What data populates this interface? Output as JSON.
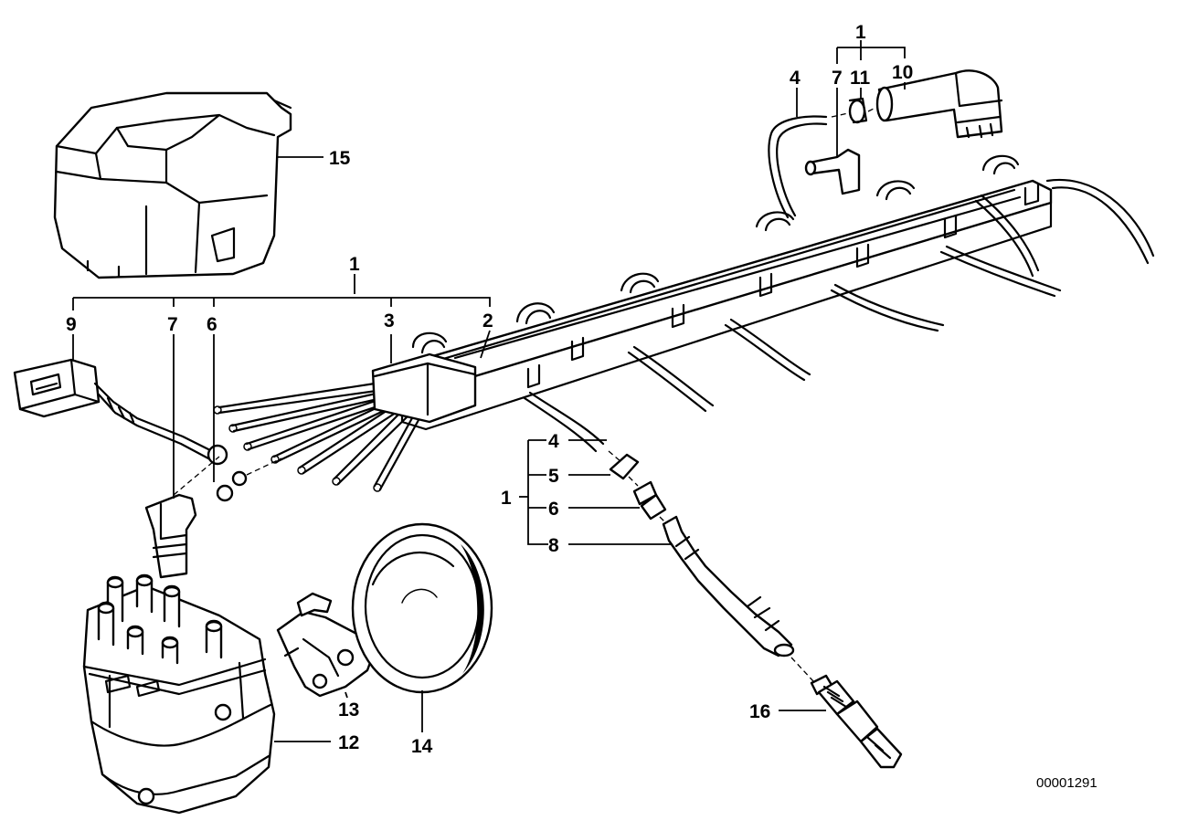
{
  "callouts": {
    "c1_top": "1",
    "c11": "11",
    "c10": "10",
    "c7_top": "7",
    "c4_top": "4",
    "c15": "15",
    "c1_mid": "1",
    "c9": "9",
    "c7_left": "7",
    "c6_left": "6",
    "c3": "3",
    "c2": "2",
    "c4_right": "4",
    "c5": "5",
    "c1_right": "1",
    "c6_right": "6",
    "c8": "8",
    "c13": "13",
    "c12": "12",
    "c14": "14",
    "c16": "16"
  },
  "reference_number": "00001291"
}
